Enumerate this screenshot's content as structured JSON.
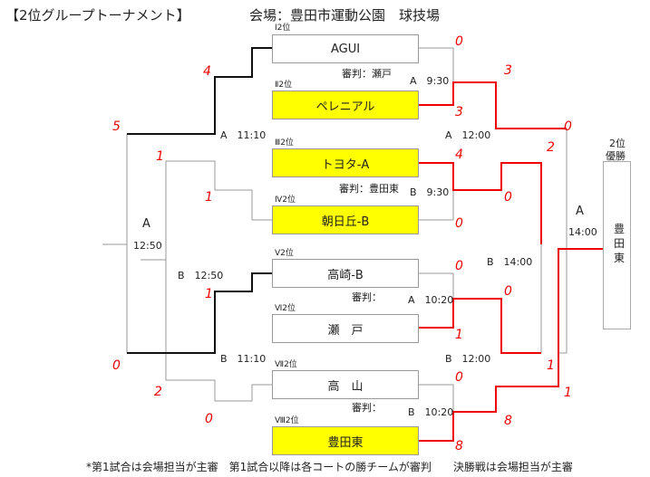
{
  "title": "【2位グループトーナメント】",
  "venue": "会場：豊田市運動公園　球技場",
  "teams": [
    {
      "rank": "Ⅰ2位",
      "name": "AGUI"
    },
    {
      "rank": "Ⅱ2位",
      "name": "ペレニアル"
    },
    {
      "rank": "Ⅲ2位",
      "name": "トヨタ-A"
    },
    {
      "rank": "Ⅳ2位",
      "name": "朝日丘-B"
    },
    {
      "rank": "Ⅴ2位",
      "name": "高崎-B"
    },
    {
      "rank": "Ⅵ2位",
      "name": "瀬　戸"
    },
    {
      "rank": "Ⅶ2位",
      "name": "高　山"
    },
    {
      "rank": "Ⅷ2位",
      "name": "豊田東"
    }
  ],
  "referees": [
    "審判：瀬戸",
    "審判：豊田東",
    "審判：",
    "審判："
  ],
  "times": {
    "m1": "A　9:30",
    "m2": "B　9:30",
    "m3": "A　10:20",
    "m4": "B　10:20",
    "r_a1200": "A　12:00",
    "r_b1200": "B　12:00",
    "l_a1110": "A　11:10",
    "l_b1110": "B　11:10",
    "l_b1250": "B　12:50",
    "l_a": "A",
    "l_a1250": "12:50",
    "b1400": "B　14:00",
    "f_a": "A",
    "f_1400": "14:00"
  },
  "winner": {
    "label1": "2位",
    "label2": "優勝",
    "name": "豊田東"
  },
  "scores": {
    "agui": "0",
    "pere": "3",
    "m1w": "3",
    "toyota": "4",
    "asahi": "0",
    "m2w": "0",
    "takasaki": "0",
    "seto": "1",
    "m3w": "0",
    "takayama": "0",
    "toyohigashi": "8",
    "m4w": "8",
    "sf1a": "0",
    "sf1b": "2",
    "sf2a": "1",
    "sf2b": "1",
    "l4": "4",
    "l5": "5",
    "l1a": "1",
    "l1b": "1",
    "l1c": "1",
    "l0": "0",
    "l2": "2",
    "l0b": "0"
  },
  "footnote": "*第1試合は会場担当が主審　第1試合以降は各コートの勝チームが審判　　決勝戦は会場担当が主審"
}
